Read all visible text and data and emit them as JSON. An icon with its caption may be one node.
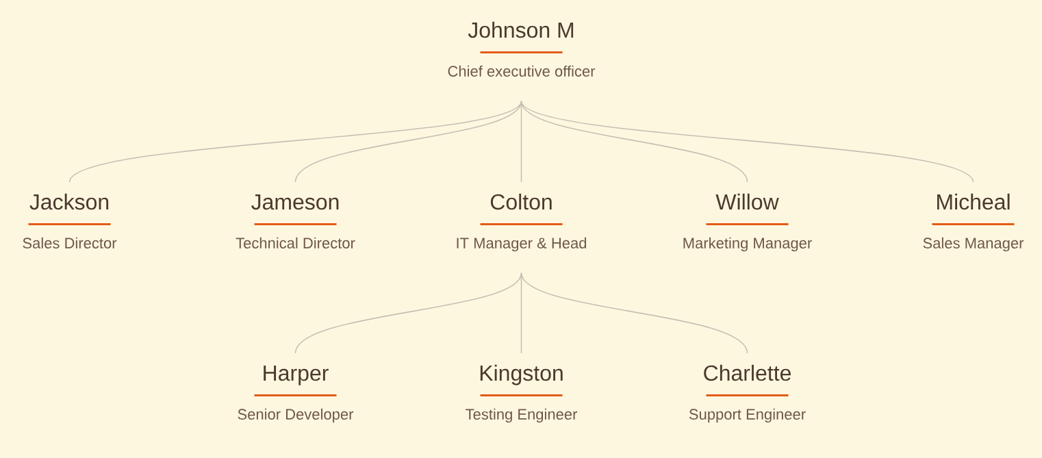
{
  "diagram": {
    "nodes": [
      {
        "text": [
          "Johnson M",
          "Chief executive officer"
        ]
      },
      {
        "text": [
          "Jackson",
          "Sales Director"
        ]
      },
      {
        "text": [
          "Jameson",
          "Technical Director"
        ]
      },
      {
        "text": [
          "Colton",
          "IT Manager & Head"
        ]
      },
      {
        "text": [
          "Willow",
          "Marketing Manager"
        ]
      },
      {
        "text": [
          "Micheal",
          "Sales Manager"
        ]
      },
      {
        "text": [
          "Harper",
          "Senior Developer"
        ]
      },
      {
        "text": [
          "Kingston",
          "Testing Engineer"
        ]
      },
      {
        "text": [
          "Charlette",
          "Support Engineer"
        ]
      }
    ],
    "edges": [
      {
        "from": 0,
        "to": 1,
        "arrow": "none"
      },
      {
        "from": 0,
        "to": 2,
        "arrow": "none"
      },
      {
        "from": 0,
        "to": 3,
        "arrow": "none"
      },
      {
        "from": 0,
        "to": 4,
        "arrow": "none"
      },
      {
        "from": 0,
        "to": 5,
        "arrow": "none"
      },
      {
        "from": 3,
        "to": 6,
        "arrow": "none"
      },
      {
        "from": 3,
        "to": 7,
        "arrow": "none"
      },
      {
        "from": 3,
        "to": 8,
        "arrow": "none"
      }
    ]
  }
}
